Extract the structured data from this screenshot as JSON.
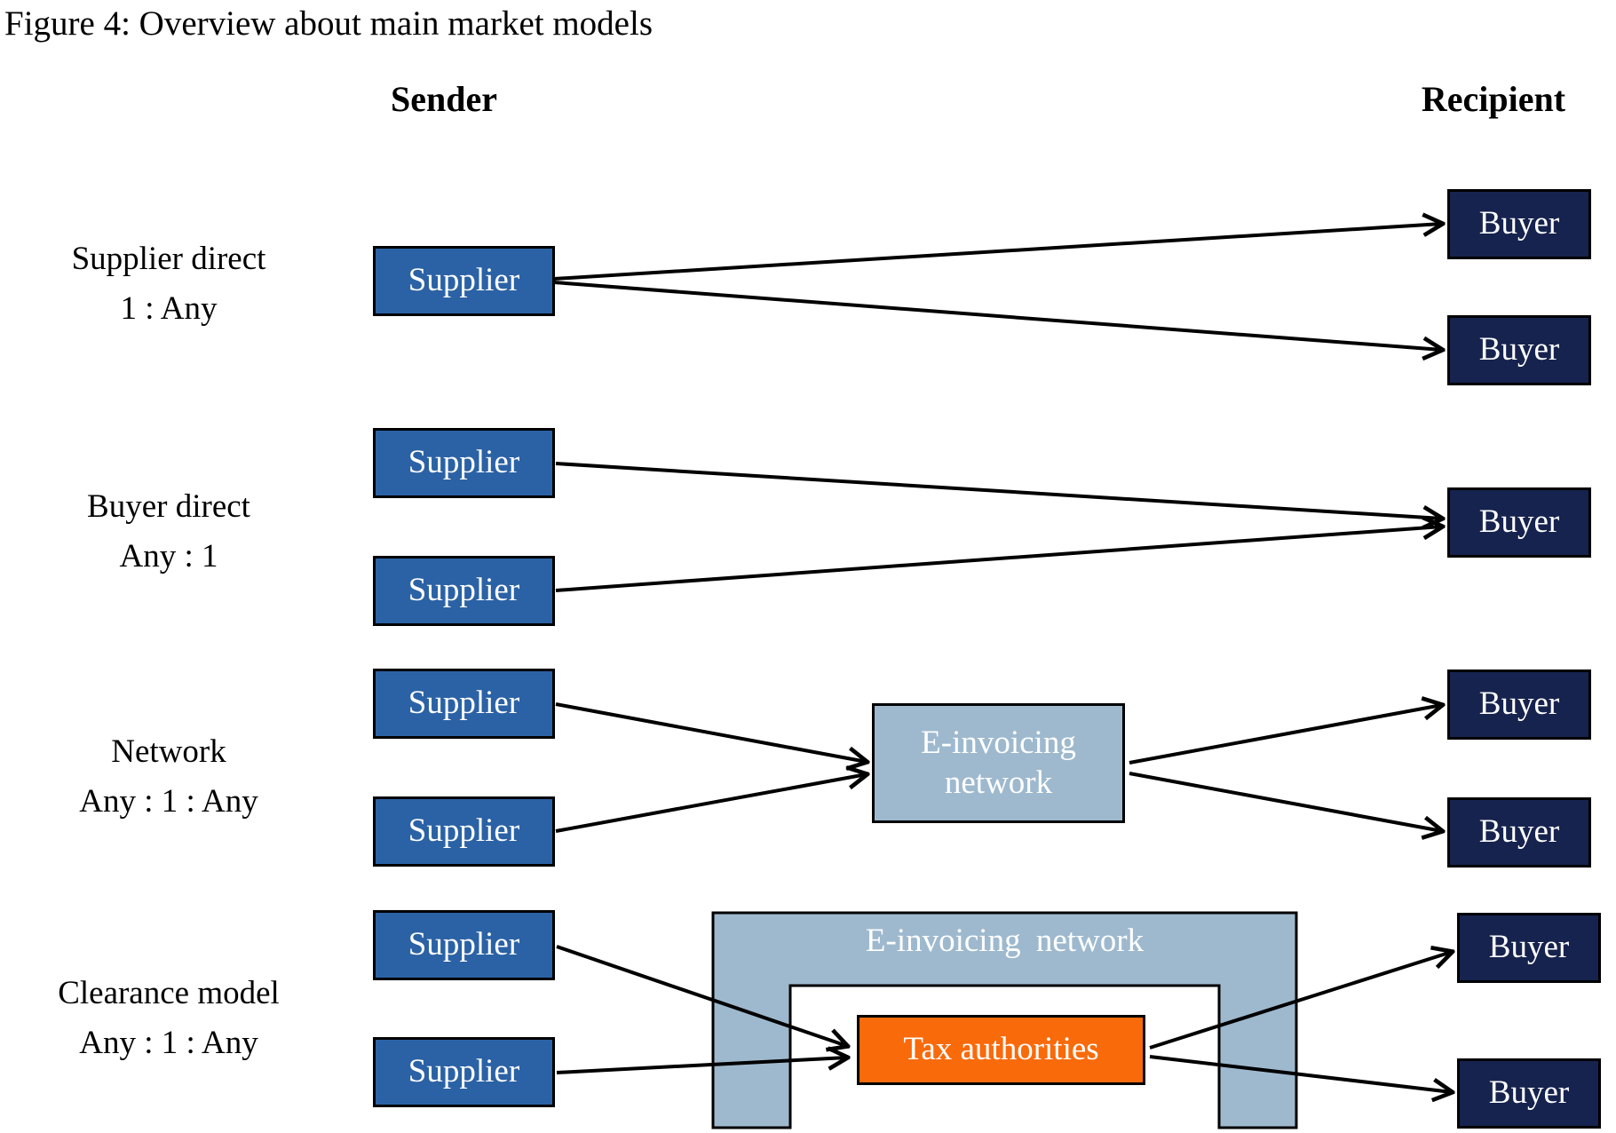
{
  "title": "Figure 4: Overview about main market models",
  "columns": {
    "sender": "Sender",
    "recipient": "Recipient"
  },
  "colors": {
    "supplier-fill": "#2B62A5",
    "buyer-fill": "#16234E",
    "network-fill": "#9EB9CE",
    "tax-fill": "#F96A0A",
    "arrow": "#000000",
    "box-border": "#000000",
    "text-light": "#FFFFFF"
  },
  "models": [
    {
      "name": "Supplier direct",
      "cardinality": "1 : Any",
      "senders": [
        "Supplier"
      ],
      "recipients": [
        "Buyer",
        "Buyer"
      ]
    },
    {
      "name": "Buyer direct",
      "cardinality": "Any : 1",
      "senders": [
        "Supplier",
        "Supplier"
      ],
      "recipients": [
        "Buyer"
      ]
    },
    {
      "name": "Network",
      "cardinality": "Any : 1 : Any",
      "senders": [
        "Supplier",
        "Supplier"
      ],
      "intermediary": "E-invoicing network",
      "recipients": [
        "Buyer",
        "Buyer"
      ]
    },
    {
      "name": "Clearance model",
      "cardinality": "Any : 1 : Any",
      "senders": [
        "Supplier",
        "Supplier"
      ],
      "intermediary": "E-invoicing network",
      "authority": "Tax authorities",
      "recipients": [
        "Buyer",
        "Buyer"
      ]
    }
  ]
}
